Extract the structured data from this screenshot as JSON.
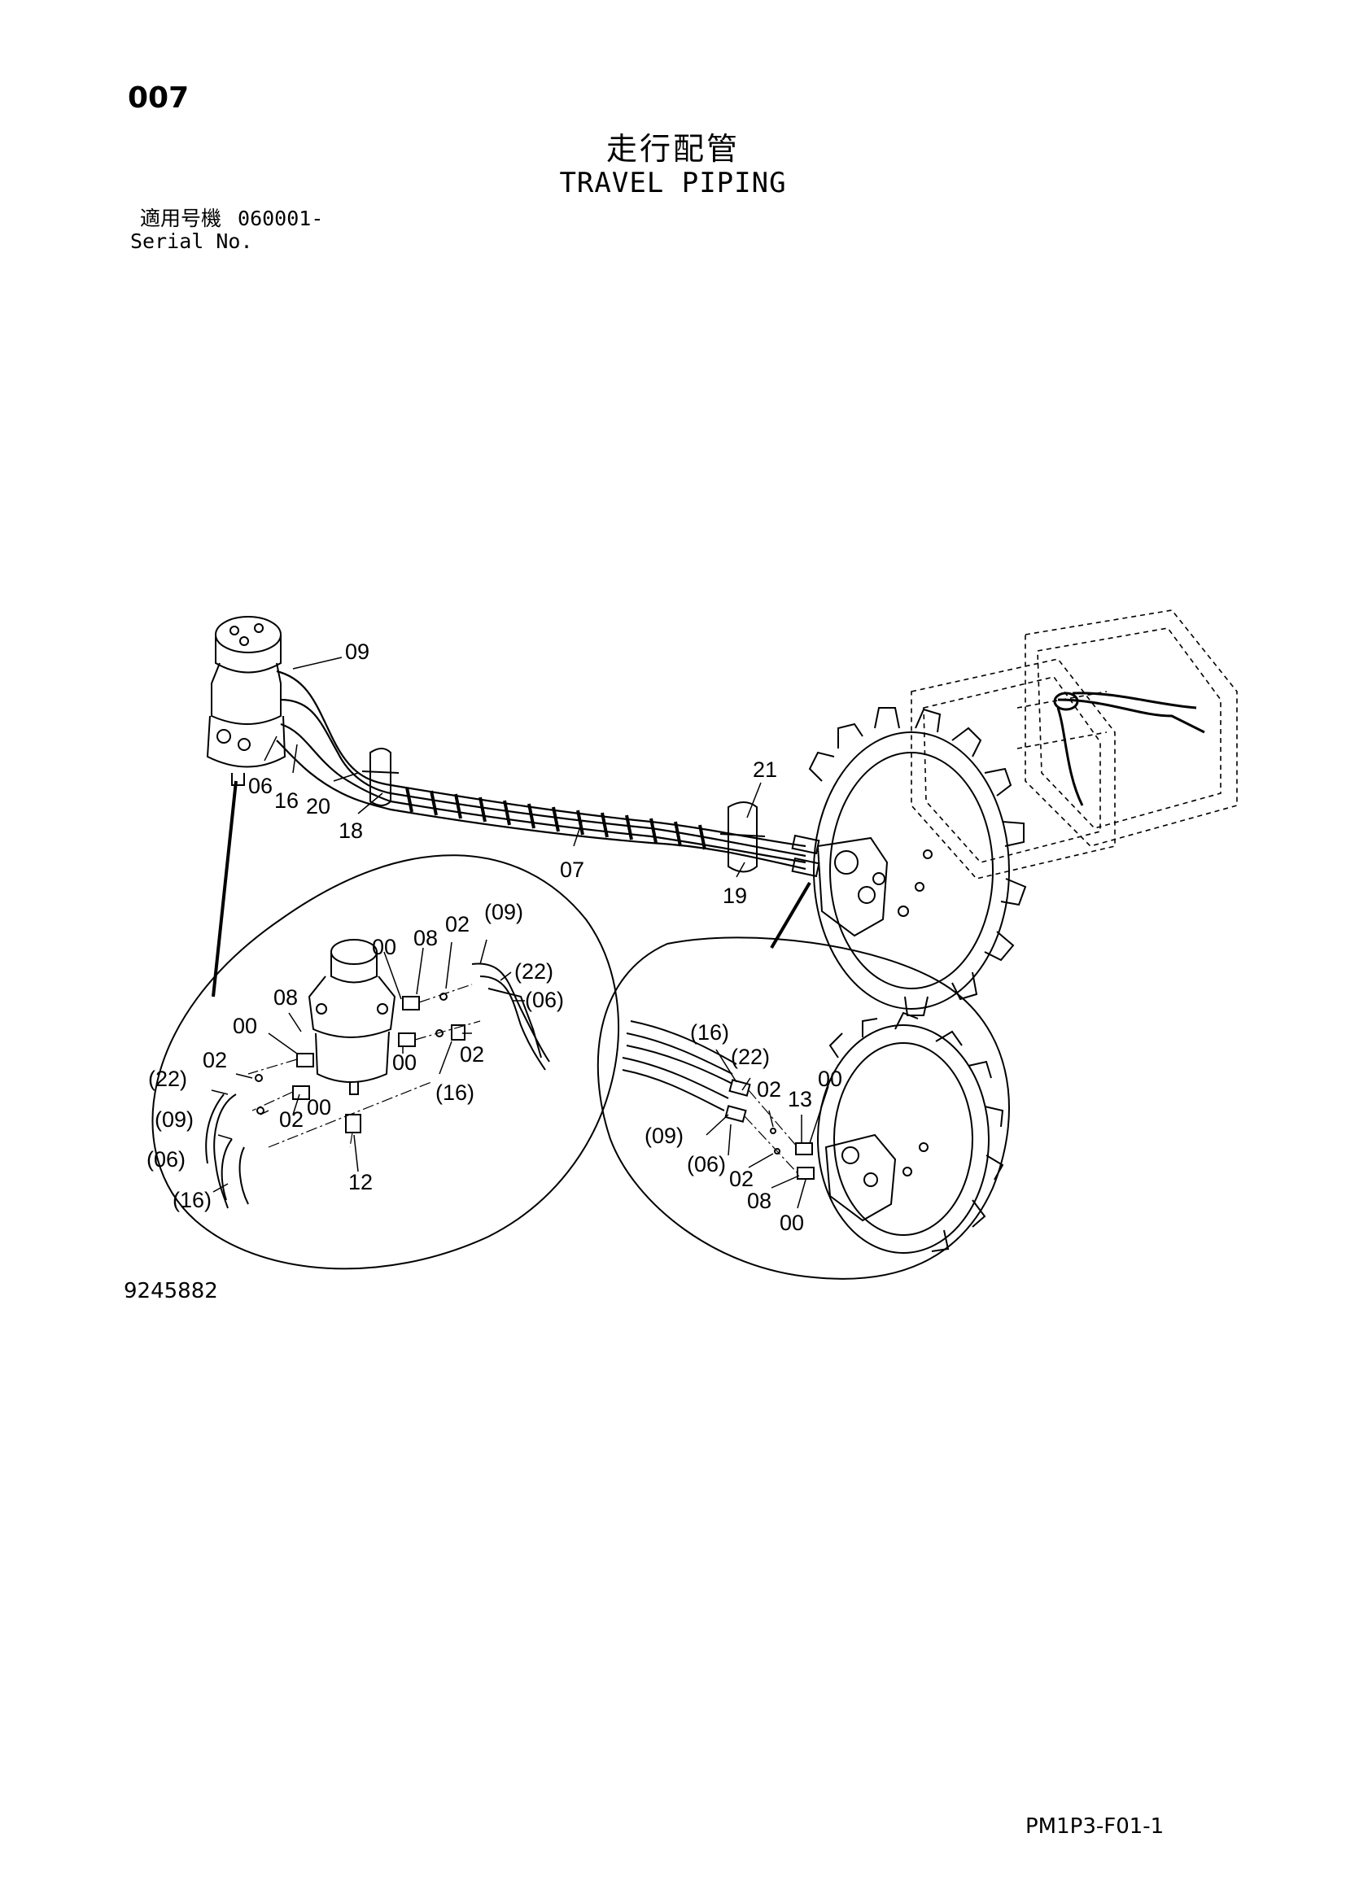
{
  "header": {
    "page_number": "007",
    "title_jp": "走行配管",
    "title_en": "TRAVEL PIPING",
    "serial_label_jp": "適用号機",
    "serial_value": "060001-",
    "serial_label_en": "Serial No."
  },
  "footer": {
    "figure_code": "9245882",
    "page_code": "PM1P3-F01-1"
  },
  "callouts": {
    "main": [
      "09",
      "06",
      "16",
      "20",
      "18",
      "07",
      "21",
      "19"
    ],
    "detail_left": [
      "00",
      "08",
      "02",
      "(09)",
      "(22)",
      "(06)",
      "08",
      "00",
      "02",
      "00",
      "(16)",
      "02",
      "(22)",
      "(09)",
      "02",
      "00",
      "(06)",
      "(16)",
      "12"
    ],
    "detail_right": [
      "(16)",
      "(22)",
      "02",
      "13",
      "00",
      "(09)",
      "(06)",
      "02",
      "08",
      "00"
    ]
  }
}
